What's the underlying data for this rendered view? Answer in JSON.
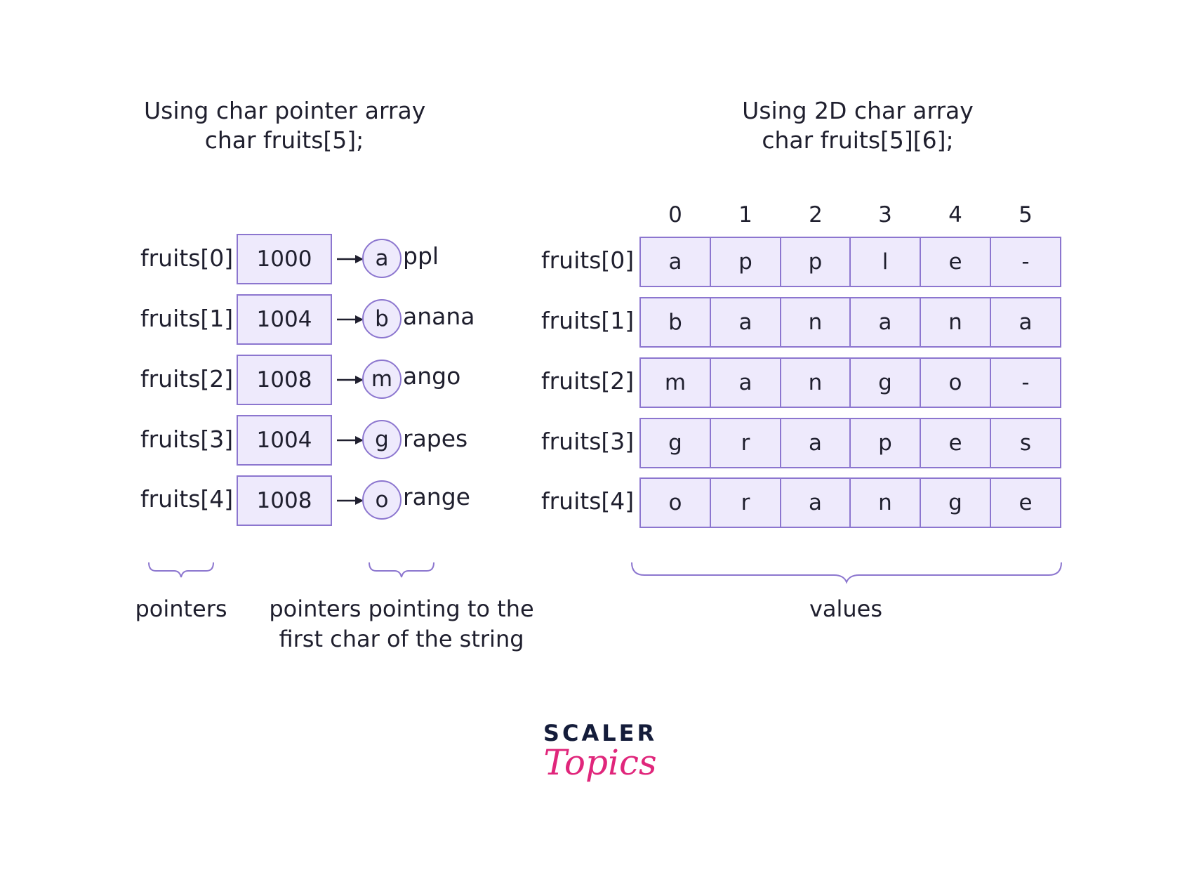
{
  "left": {
    "title_line1": "Using char pointer array",
    "title_line2": "char fruits[5];",
    "rows": [
      {
        "label": "fruits[0]",
        "address": "1000",
        "first_char": "a",
        "rest": "ppl"
      },
      {
        "label": "fruits[1]",
        "address": "1004",
        "first_char": "b",
        "rest": "anana"
      },
      {
        "label": "fruits[2]",
        "address": "1008",
        "first_char": "m",
        "rest": "ango"
      },
      {
        "label": "fruits[3]",
        "address": "1004",
        "first_char": "g",
        "rest": "rapes"
      },
      {
        "label": "fruits[4]",
        "address": "1008",
        "first_char": "o",
        "rest": "range"
      }
    ],
    "caption_pointers": "pointers",
    "caption_pointing_line1": "pointers pointing to the",
    "caption_pointing_line2": "first char of the string"
  },
  "right": {
    "title_line1": "Using 2D char array",
    "title_line2": "char fruits[5][6];",
    "column_headers": [
      "0",
      "1",
      "2",
      "3",
      "4",
      "5"
    ],
    "rows": [
      {
        "label": "fruits[0]",
        "cells": [
          "a",
          "p",
          "p",
          "l",
          "e",
          "-"
        ]
      },
      {
        "label": "fruits[1]",
        "cells": [
          "b",
          "a",
          "n",
          "a",
          "n",
          "a"
        ]
      },
      {
        "label": "fruits[2]",
        "cells": [
          "m",
          "a",
          "n",
          "g",
          "o",
          "-"
        ]
      },
      {
        "label": "fruits[3]",
        "cells": [
          "g",
          "r",
          "a",
          "p",
          "e",
          "s"
        ]
      },
      {
        "label": "fruits[4]",
        "cells": [
          "o",
          "r",
          "a",
          "n",
          "g",
          "e"
        ]
      }
    ],
    "caption_values": "values"
  },
  "brand": {
    "top": "SCALER",
    "bottom": "Topics"
  },
  "colors": {
    "box_border": "#8c76cf",
    "box_fill": "#eeeafc",
    "text": "#1f1f2e",
    "brand_dark": "#141c3a",
    "brand_pink": "#e0267b"
  }
}
